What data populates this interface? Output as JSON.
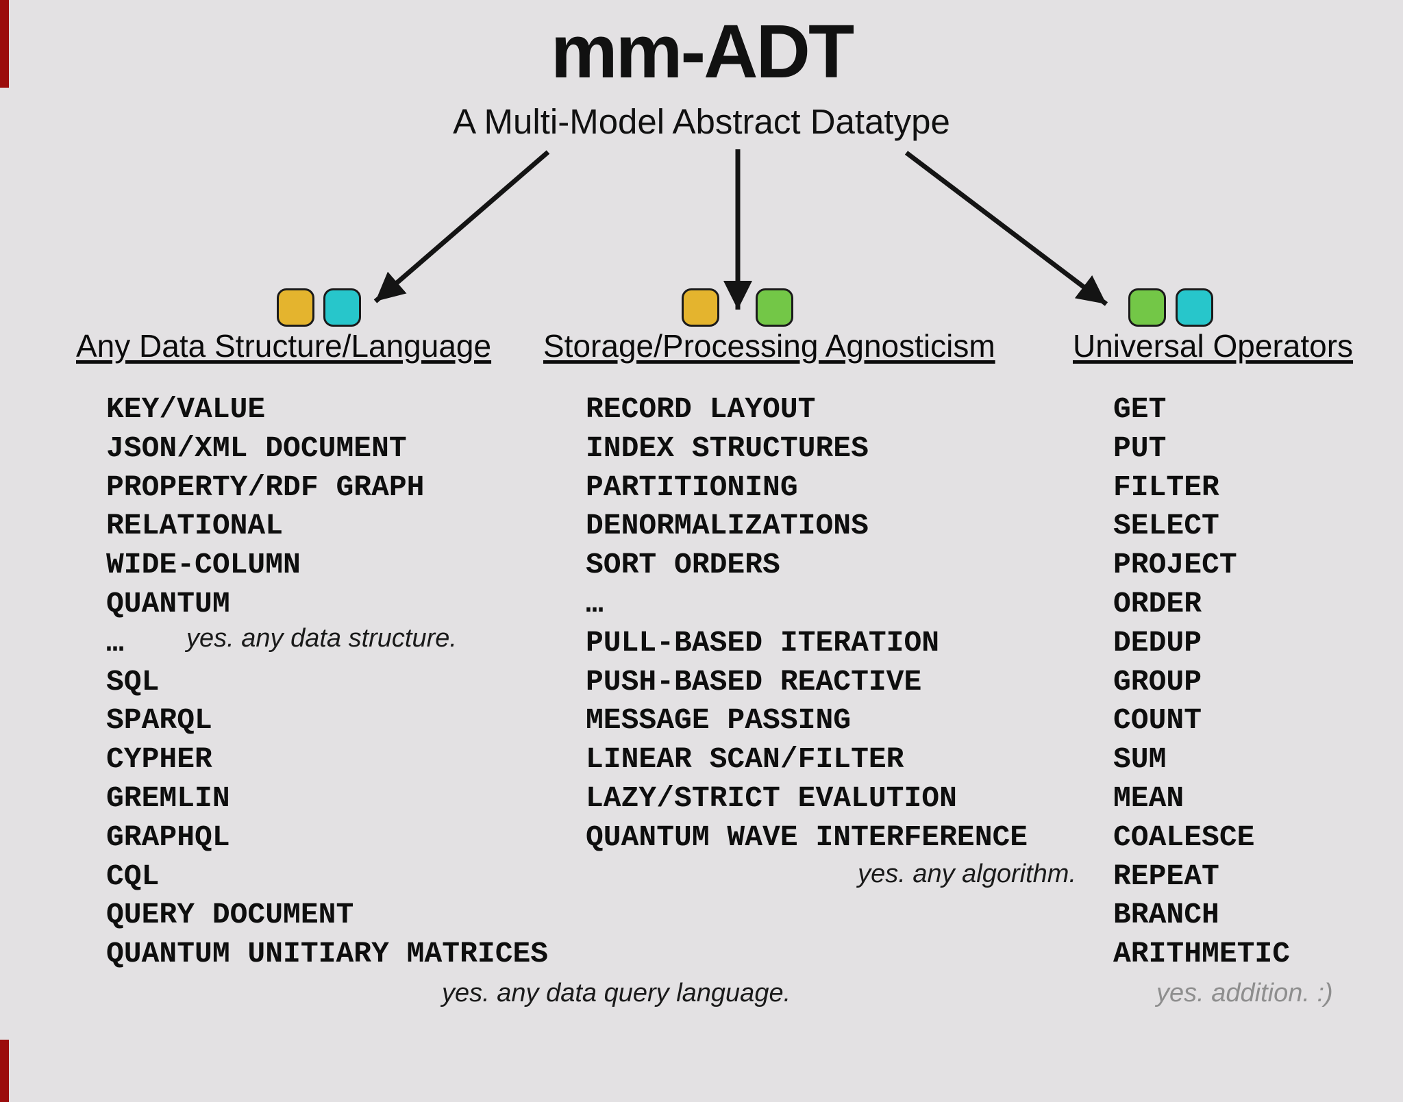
{
  "title": "mm-ADT",
  "subtitle": "A Multi-Model Abstract Datatype",
  "colors": {
    "yellow": "#e4b42e",
    "teal": "#27c6cb",
    "green": "#73c747",
    "artifact_red": "#9b0c0c"
  },
  "columns": [
    {
      "header": "Any Data Structure/Language",
      "badges": [
        "yellow",
        "teal"
      ],
      "items": [
        "KEY/VALUE",
        "JSON/XML DOCUMENT",
        "PROPERTY/RDF GRAPH",
        "RELATIONAL",
        "WIDE-COLUMN",
        "QUANTUM",
        "…",
        "SQL",
        "SPARQL",
        "CYPHER",
        "GREMLIN",
        "GRAPHQL",
        "CQL",
        "QUERY DOCUMENT",
        "QUANTUM UNITIARY MATRICES"
      ],
      "inline_note": "yes. any data structure.",
      "footer_note": "yes. any data query language."
    },
    {
      "header": "Storage/Processing Agnosticism",
      "badges": [
        "yellow",
        "green"
      ],
      "items": [
        "RECORD LAYOUT",
        "INDEX STRUCTURES",
        "PARTITIONING",
        "DENORMALIZATIONS",
        "SORT ORDERS",
        "…",
        "PULL-BASED ITERATION",
        "PUSH-BASED REACTIVE",
        "MESSAGE PASSING",
        "LINEAR SCAN/FILTER",
        "LAZY/STRICT EVALUTION",
        "QUANTUM WAVE INTERFERENCE"
      ],
      "footer_note": "yes. any algorithm."
    },
    {
      "header": "Universal Operators",
      "badges": [
        "green",
        "teal"
      ],
      "items": [
        "GET",
        "PUT",
        "FILTER",
        "SELECT",
        "PROJECT",
        "ORDER",
        "DEDUP",
        "GROUP",
        "COUNT",
        "SUM",
        "MEAN",
        "COALESCE",
        "REPEAT",
        "BRANCH",
        "ARITHMETIC"
      ],
      "footer_note": "yes. addition. :)"
    }
  ]
}
